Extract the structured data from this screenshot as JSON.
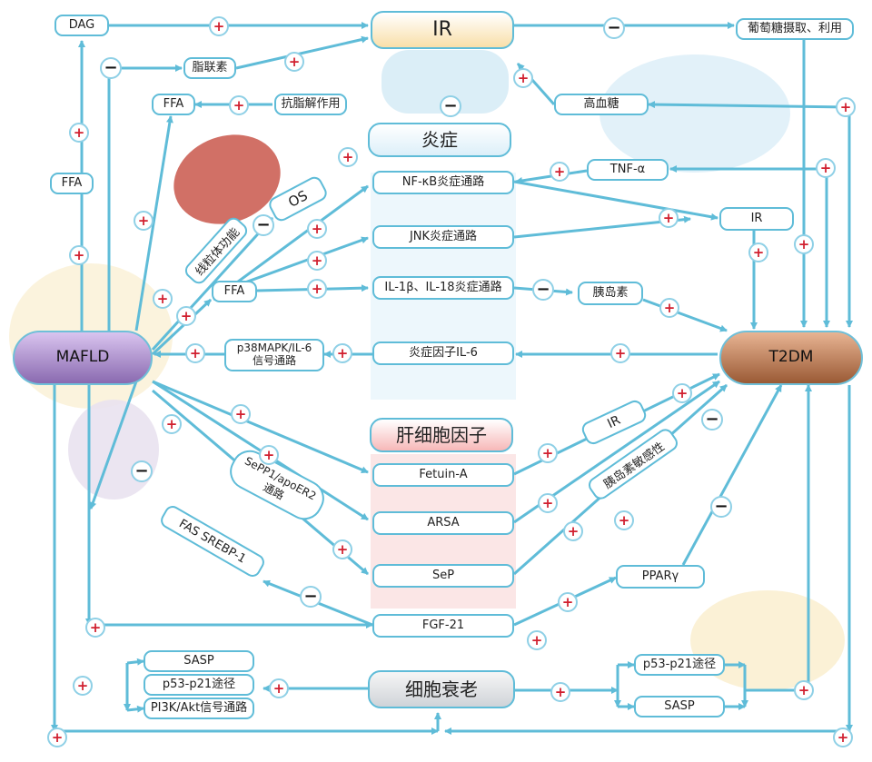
{
  "nodes": {
    "ir_top": "IR",
    "dag": "DAG",
    "glucose": "葡萄糖摄取、利用",
    "adiponectin": "脂联素",
    "ffa_top": "FFA",
    "antilipolysis": "抗脂解作用",
    "hyperglycemia": "高血糖",
    "ffa_left": "FFA",
    "inflammation": "炎症",
    "tnf": "TNF-α",
    "os": "OS",
    "nfkb": "NF-κB炎症通路",
    "ir_right": "IR",
    "mito": "线粒体功能",
    "jnk": "JNK炎症通路",
    "ffa_mid": "FFA",
    "il1": "IL-1β、IL-18炎症通路",
    "insulin": "胰岛素",
    "mafld": "MAFLD",
    "t2dm": "T2DM",
    "p38_line1": "p38MAPK/IL-6",
    "p38_line2": "信号通路",
    "il6": "炎症因子IL-6",
    "hepatokine": "肝细胞因子",
    "ir_mid": "IR",
    "fetuin": "Fetuin-A",
    "sensitivity": "胰岛素敏感性",
    "sepp1_line1": "SePP1/apoER2",
    "sepp1_line2": "通路",
    "arsa": "ARSA",
    "fas": "FAS SREBP-1",
    "sep": "SeP",
    "ppar": "PPARγ",
    "fgf": "FGF-21",
    "sasp_left": "SASP",
    "p53_left": "p53-p21途径",
    "pi3k": "PI3K/Akt信号通路",
    "senescence": "细胞衰老",
    "p53_right": "p53-p21途径",
    "sasp_right": "SASP"
  },
  "signs": {
    "plus": "+",
    "minus": "−"
  },
  "colors": {
    "line": "#5fbcd8",
    "plus": "#d11f2e",
    "minus": "#111111"
  }
}
